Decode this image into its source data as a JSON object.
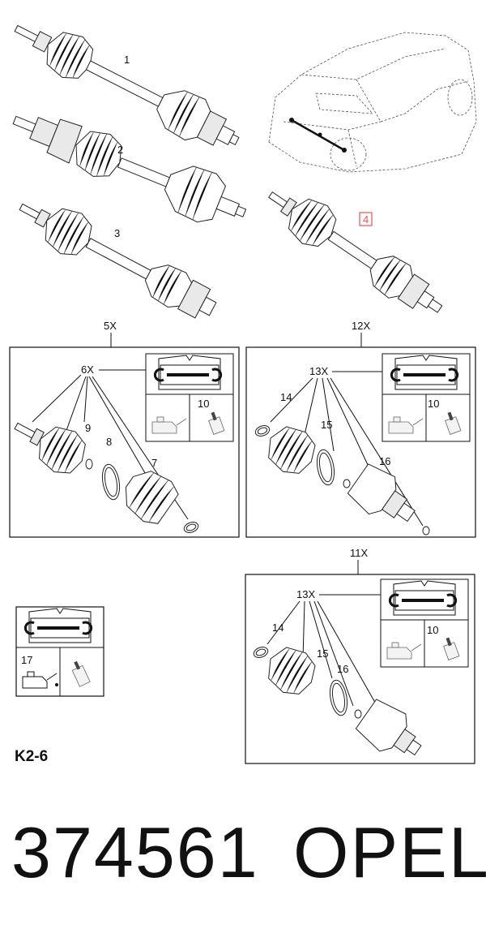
{
  "diagram": {
    "code": "K2-6",
    "part_number": "374561",
    "brand": "OPEL"
  },
  "callouts": {
    "c1": "1",
    "c2": "2",
    "c3": "3",
    "c4": "4",
    "c5x": "5X",
    "c6x": "6X",
    "c7": "7",
    "c8": "8",
    "c9": "9",
    "c10a": "10",
    "c12x": "12X",
    "c13xa": "13X",
    "c14a": "14",
    "c15a": "15",
    "c16a": "16",
    "c10b": "10",
    "c11x": "11X",
    "c13xb": "13X",
    "c14b": "14",
    "c15b": "15",
    "c16b": "16",
    "c10c": "10",
    "c17": "17"
  },
  "highlight_color": "#e0585a",
  "icons": [
    "repair-manual-icon",
    "wrench-icon",
    "oil-can-icon",
    "grease-tube-icon",
    "car-icon",
    "drive-shaft-icon"
  ]
}
